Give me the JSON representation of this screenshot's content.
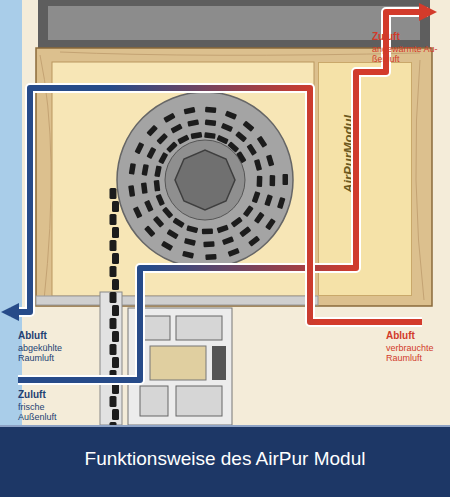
{
  "diagram": {
    "caption": "Funktionsweise des AirPur Modul",
    "nodes": [
      {
        "text": [
          "AirPurModul"
        ]
      }
    ],
    "labels": [
      "Zuluft",
      "angewärmte Au- ßenluft",
      "Abluft",
      "verbrauchte Raumluft",
      "Abluft",
      "abgekühlte Raumluft",
      "Zuluft",
      "frische Außenluft"
    ]
  }
}
